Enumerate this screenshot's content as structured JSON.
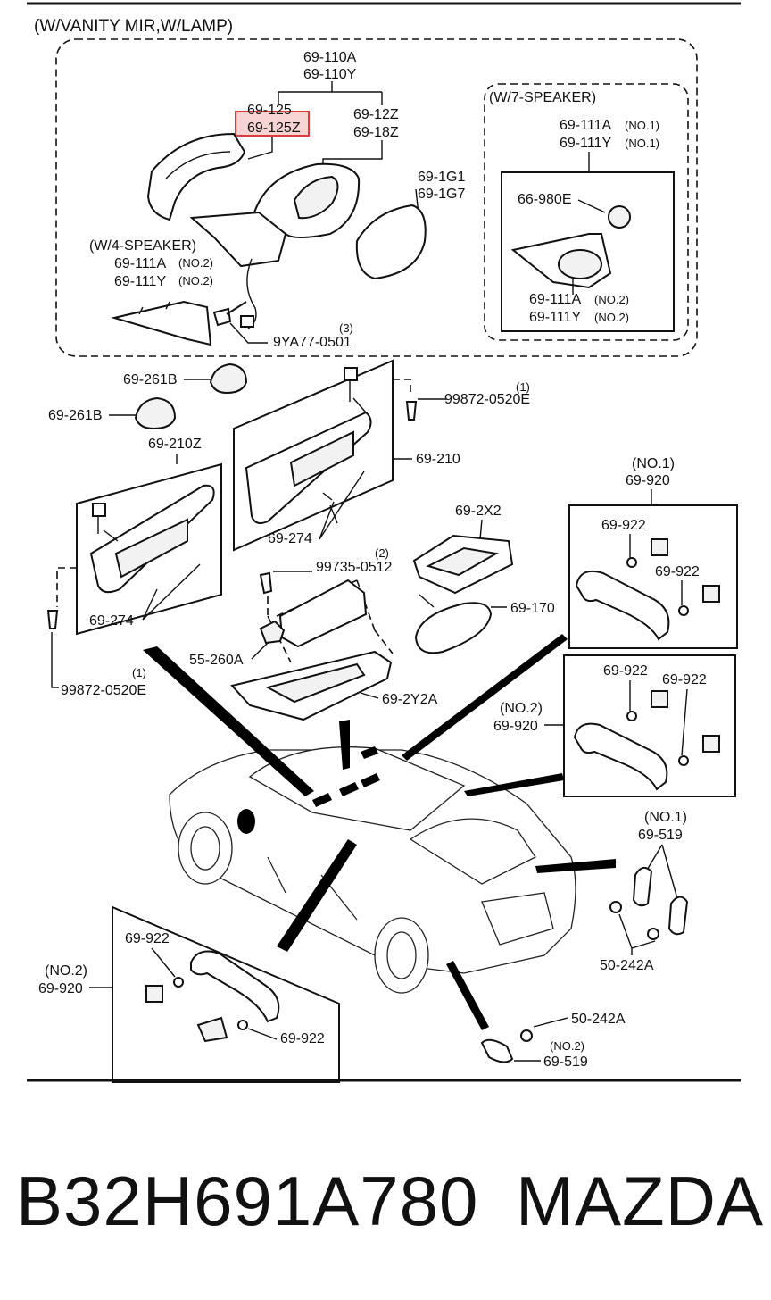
{
  "diagram": {
    "header": "(W/VANITY MIR,W/LAMP)",
    "w7_speaker": "(W/7-SPEAKER)",
    "w4_speaker": "(W/4-SPEAKER)",
    "labels": {
      "p69_110A": "69-110A",
      "p69_110Y": "69-110Y",
      "p69_125": "69-125",
      "p69_125Z": "69-125Z",
      "p69_12Z": "69-12Z",
      "p69_18Z": "69-18Z",
      "p69_1G1": "69-1G1",
      "p69_1G7": "69-1G7",
      "p69_111A_no2_left": "69-111A",
      "p69_111Y_no2_left": "69-111Y",
      "no2_a": "(NO.2)",
      "no2_b": "(NO.2)",
      "p9YA77": "9YA77-0501",
      "qty3": "(3)",
      "p69_111A_no1": "69-111A",
      "p69_111Y_no1": "69-111Y",
      "no1_a": "(NO.1)",
      "no1_b": "(NO.1)",
      "p66_980E": "66-980E",
      "p69_111A_no2_right": "69-111A",
      "p69_111Y_no2_right": "69-111Y",
      "no2_c": "(NO.2)",
      "no2_d": "(NO.2)",
      "p69_261B_a": "69-261B",
      "p69_261B_b": "69-261B",
      "p69_210Z": "69-210Z",
      "p69_210": "69-210",
      "p99872_top": "99872-0520E",
      "qty1_top": "(1)",
      "p69_274_top": "69-274",
      "p69_274_bot": "69-274",
      "p99735": "99735-0512",
      "qty2": "(2)",
      "p69_2X2": "69-2X2",
      "p69_170": "69-170",
      "p55_260A": "55-260A",
      "p69_2Y2A": "69-2Y2A",
      "p99872_bot": "99872-0520E",
      "qty1_bot": "(1)",
      "no1_920": "(NO.1)",
      "p69_920_no1": "69-920",
      "p69_922_r1a": "69-922",
      "p69_922_r1b": "69-922",
      "no2_920r": "(NO.2)",
      "p69_920_no2r": "69-920",
      "p69_922_r2a": "69-922",
      "p69_922_r2b": "69-922",
      "no1_519": "(NO.1)",
      "p69_519_no1": "69-519",
      "p50_242A_a": "50-242A",
      "p50_242A_b": "50-242A",
      "no2_519": "(NO.2)",
      "p69_519_no2": "69-519",
      "no2_920l": "(NO.2)",
      "p69_920_no2l": "69-920",
      "p69_922_l1": "69-922",
      "p69_922_l2": "69-922"
    }
  },
  "highlight_color": "#e03a3a",
  "caption": {
    "part_number": "B32H691A780",
    "make": "MAZDA"
  }
}
